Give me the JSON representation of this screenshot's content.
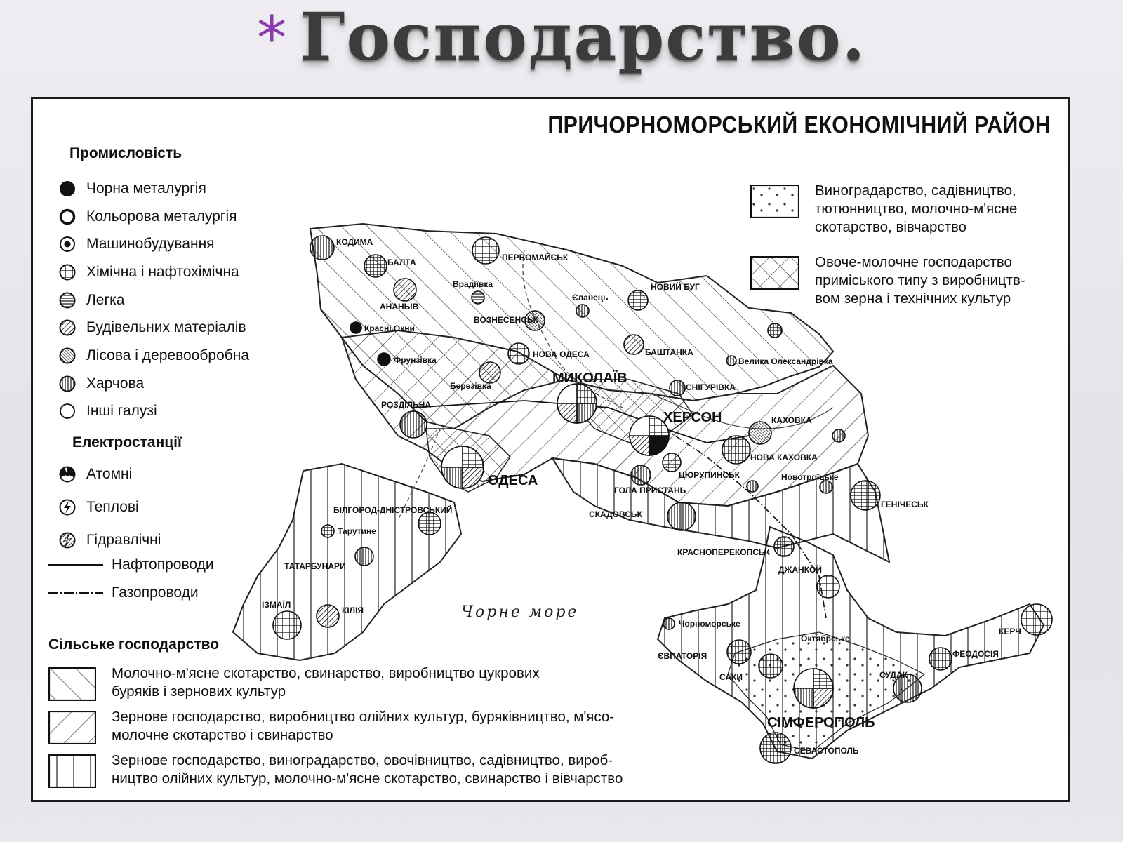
{
  "slide": {
    "bullet": "*",
    "title": "Господарство."
  },
  "map": {
    "title": "ПРИЧОРНОМОРСЬКИЙ ЕКОНОМІЧНИЙ РАЙОН",
    "sea_label": "Чорне море",
    "legend": {
      "industry_heading": "Промисловість",
      "industry": [
        {
          "icon": "solid-circle-icon",
          "label": "Чорна металургія"
        },
        {
          "icon": "ring-circle-icon",
          "label": "Кольорова металургія"
        },
        {
          "icon": "dot-circle-icon",
          "label": "Машинобудування"
        },
        {
          "icon": "grid-circle-icon",
          "label": "Хімічна і нафтохімічна"
        },
        {
          "icon": "hlines-circle-icon",
          "label": "Легка"
        },
        {
          "icon": "diag-circle-icon",
          "label": "Будівельних матеріалів"
        },
        {
          "icon": "dense-diag-circle-icon",
          "label": "Лісова і деревообробна"
        },
        {
          "icon": "vlines-circle-icon",
          "label": "Харчова"
        },
        {
          "icon": "empty-circle-icon",
          "label": "Інші галузі"
        }
      ],
      "power_heading": "Електростанції",
      "power": [
        {
          "icon": "atomic-plant-icon",
          "label": "Атомні"
        },
        {
          "icon": "thermal-plant-icon",
          "label": "Теплові"
        },
        {
          "icon": "hydro-plant-icon",
          "label": "Гідравлічні"
        }
      ],
      "pipelines": [
        {
          "icon": "oil-pipeline-icon",
          "label": "Нафтопроводи"
        },
        {
          "icon": "gas-pipeline-icon",
          "label": "Газопроводи"
        }
      ],
      "agri_heading": "Сільське господарство",
      "agri": [
        {
          "icon": "forward-hatch-icon",
          "line1": "Молочно-м'ясне скотарство, свинарство, виробництво цукрових",
          "line2": "буряків і зернових культур"
        },
        {
          "icon": "back-hatch-icon",
          "line1": "Зернове господарство, виробництво олійних культур, буряківництво, м'ясо-",
          "line2": "молочне скотарство і свинарство"
        },
        {
          "icon": "vertical-hatch-icon",
          "line1": "Зернове господарство, виноградарство, овочівництво, садівництво, вироб-",
          "line2": "ництво олійних культур, молочно-м'ясне скотарство, свинарство і вівчарство"
        }
      ],
      "agri_right": [
        {
          "icon": "dotted-hatch-icon",
          "line1": "Виноградарство, садівництво,",
          "line2": "тютюнництво, молочно-м'ясне",
          "line3": "скотарство, вівчарство"
        },
        {
          "icon": "crosshatch-icon",
          "line1": "Овоче-молочне господарство",
          "line2": "приміського типу з виробництв-",
          "line3": "вом зерна і технічних культур"
        }
      ]
    },
    "cities": {
      "kodyma": "КОДИМА",
      "balta": "БАЛТА",
      "ananiv": "АНАНЬІВ",
      "pervomaisk": "ПЕРВОМАЙСЬК",
      "vradiivka": "Врадіївка",
      "yelanets": "Єланець",
      "novyi_buh": "НОВИЙ БУГ",
      "krasni_okny": "Красні Окни",
      "voznesensk": "ВОЗНЕСЕНСЬК",
      "frunzivka": "Фрунзівка",
      "nova_odesa": "НОВА ОДЕСА",
      "bashtanka": "БАШТАНКА",
      "velyka_oleksandrivka": "Велика Олександрівка",
      "berezivka": "Березівка",
      "mykolaiv": "МИКОЛАЇВ",
      "snihurivka": "СНІГУРІВКА",
      "rozdilna": "РОЗДІЛЬНА",
      "kherson": "ХЕРСОН",
      "kakhovka": "КАХОВКА",
      "nova_kakhovka": "НОВА КАХОВКА",
      "odesa": "ОДЕСА",
      "tsiurupynsk": "ЦЮРУПИНСЬК",
      "novotroitske": "Новотроїцьке",
      "hola_prystan": "ГОЛА ПРИСТАНЬ",
      "henichesk": "ГЕНІЧЕСЬК",
      "skadovsk": "СКАДОВСЬК",
      "bilhorod": "БІЛГОРОД-ДНІСТРОВСЬКИЙ",
      "tarutyne": "Тарутине",
      "krasnoperekopsk": "КРАСНОПЕРЕКОПСЬК",
      "tatarbunary": "ТАТАРБУНАРИ",
      "dzhankoi": "ДЖАНКОЙ",
      "izmail": "ІЗМАЇЛ",
      "kiliia": "КІЛІЯ",
      "chornomorske": "Чорноморське",
      "kerch": "КЕРЧ",
      "yevpatoriia": "ЄВПАТОРІЯ",
      "oktiabrske": "Октябрське",
      "saky": "САКИ",
      "sudak": "СУДАК",
      "feodosiia": "ФЕОДОСІЯ",
      "simferopol": "СІМФЕРОПОЛЬ",
      "sevastopol": "СЕВАСТОПОЛЬ"
    }
  }
}
